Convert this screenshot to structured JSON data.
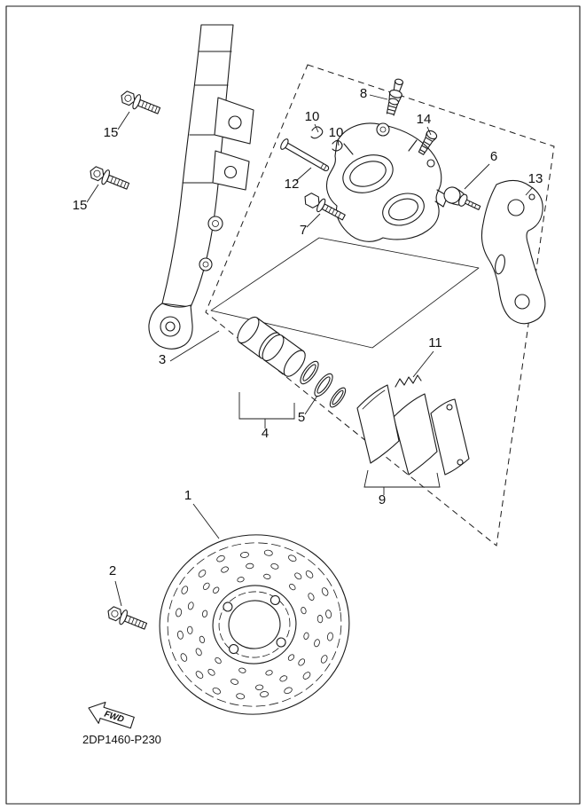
{
  "diagram": {
    "part_code": "2DP1460-P230",
    "fwd": "FWD",
    "callouts": [
      {
        "label": "15"
      },
      {
        "label": "15"
      },
      {
        "label": "8"
      },
      {
        "label": "10"
      },
      {
        "label": "10"
      },
      {
        "label": "14"
      },
      {
        "label": "6"
      },
      {
        "label": "13"
      },
      {
        "label": "12"
      },
      {
        "label": "7"
      },
      {
        "label": "3"
      },
      {
        "label": "4"
      },
      {
        "label": "5"
      },
      {
        "label": "11"
      },
      {
        "label": "9"
      },
      {
        "label": "1"
      },
      {
        "label": "2"
      }
    ]
  }
}
